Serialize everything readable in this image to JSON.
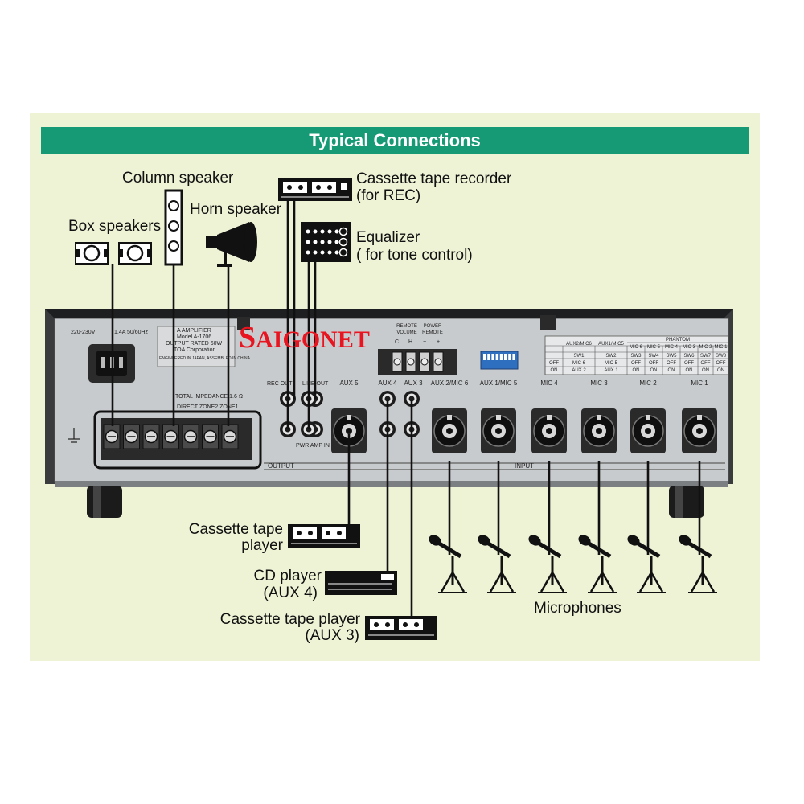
{
  "title": "Typical Connections",
  "devices": {
    "box_speakers": "Box speakers",
    "column_speaker": "Column speaker",
    "horn_speaker": "Horn speaker",
    "cassette_recorder_line1": "Cassette tape recorder",
    "cassette_recorder_line2": "(for REC)",
    "equalizer_line1": "Equalizer",
    "equalizer_line2": "( for tone control)",
    "cassette_player_line1": "Cassette tape",
    "cassette_player_line2": "player",
    "cd_player_line1": "CD player",
    "cd_player_line2": "(AUX 4)",
    "cassette_aux3_line1": "Cassette tape player",
    "cassette_aux3_line2": "(AUX 3)",
    "microphones": "Microphones"
  },
  "logo": {
    "first": "S",
    "rest": "AIGONET",
    "color": "#e8141f"
  },
  "amplifier": {
    "power_rating": "220-230V",
    "power_current": "1.4A 50/60Hz",
    "label_line1": "A AMPLIFIER",
    "label_line2": "Model A-1706",
    "label_line3": "OUTPUT RATED 60W",
    "label_line4": "TOA Corporation",
    "label_line5": "ENGINEERED IN JAPAN, ASSEMBLED IN CHINA",
    "total_impedance": "TOTAL IMPEDANCE 1.6 Ω",
    "zone_labels": "DIRECT  ZONE2  ZONE1",
    "remote_volume": "REMOTE\nVOLUME",
    "power_remote": "POWER\nREMOTE",
    "remote_terminals": [
      "C",
      "H",
      "−",
      "+"
    ],
    "rec_out": "REC OUT",
    "line_out": "LINE OUT",
    "pwr_amp_in": "PWR AMP IN",
    "output_section": "OUTPUT",
    "input_section": "INPUT",
    "jacks": [
      "AUX 5",
      "AUX 4",
      "AUX 3",
      "AUX 2/MIC 6",
      "AUX 1/MIC 5",
      "MIC 4",
      "MIC 3",
      "MIC 2",
      "MIC 1"
    ]
  },
  "dip_table": {
    "headers": [
      "AUX2/MIC6",
      "AUX1/MIC5",
      "PHANTOM"
    ],
    "switch_row": [
      "SW1",
      "SW2",
      "SW3",
      "SW4",
      "SW5",
      "SW6",
      "SW7",
      "SW8"
    ],
    "mic_row": [
      "MIC 6",
      "MIC 5",
      "MIC 4",
      "MIC 3",
      "MIC 2",
      "MIC 1"
    ],
    "off_row": [
      "OFF",
      "MIC 6",
      "MIC 5",
      "OFF",
      "OFF",
      "OFF",
      "OFF",
      "OFF",
      "OFF"
    ],
    "on_row": [
      "ON",
      "AUX 2",
      "AUX 1",
      "ON",
      "ON",
      "ON",
      "ON",
      "ON",
      "ON"
    ]
  },
  "colors": {
    "banner": "#169a75",
    "background": "#eef3d6",
    "chassis": "#c9ccce",
    "logo": "#e8141f"
  }
}
